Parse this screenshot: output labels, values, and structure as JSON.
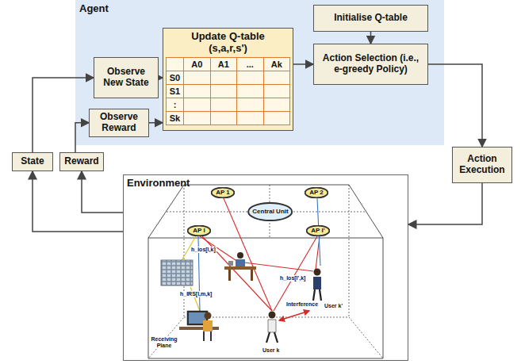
{
  "diagram": {
    "nodes": [
      {
        "text": [
          "Agent"
        ]
      },
      {
        "text": [
          "Update Q-table",
          "(s,a,r,s')"
        ],
        "in": 0
      },
      {
        "text": [
          "Initialise Q-table"
        ],
        "in": 0
      },
      {
        "text": [
          "Observe New State"
        ],
        "in": 0
      },
      {
        "text": [
          "Observe Reward"
        ],
        "in": 0
      },
      {
        "text": [
          "Action Selection (i.e., e-greedy Policy)"
        ],
        "in": 0
      },
      {
        "text": [
          "Action Execution"
        ]
      },
      {
        "text": [
          "State"
        ]
      },
      {
        "text": [
          "Reward"
        ]
      },
      {
        "text": [
          "Environment"
        ]
      },
      {
        "text": [
          "AP 1"
        ],
        "in": 9
      },
      {
        "text": [
          "AP 2"
        ],
        "in": 9
      },
      {
        "text": [
          "Central Unit"
        ],
        "in": 9
      },
      {
        "text": [
          "AP l"
        ],
        "in": 9
      },
      {
        "text": [
          "AP l'"
        ],
        "in": 9
      }
    ],
    "edges": [
      {
        "from": 3,
        "to": 1,
        "arrow": "to"
      },
      {
        "from": 4,
        "to": 1,
        "arrow": "to"
      },
      {
        "from": 1,
        "to": 5,
        "arrow": "to"
      },
      {
        "from": 2,
        "to": 5,
        "arrow": "to"
      },
      {
        "from": 5,
        "to": 6,
        "arrow": "to"
      },
      {
        "from": 6,
        "to": 9,
        "arrow": "to"
      },
      {
        "from": 9,
        "to": 7,
        "arrow": "to"
      },
      {
        "from": 7,
        "to": 3,
        "arrow": "to"
      },
      {
        "from": 9,
        "to": 8,
        "arrow": "to"
      },
      {
        "from": 8,
        "to": 4,
        "arrow": "to"
      }
    ],
    "labels": [
      "A0",
      "A1",
      "...",
      "Ak",
      "S0",
      "S1",
      ":",
      "Sk",
      "h_los[l,k]",
      "h_IRS[l,m,k]",
      "h_los[l',k]",
      "Interference",
      "User k'",
      "User k",
      "Receiving Plane"
    ]
  }
}
